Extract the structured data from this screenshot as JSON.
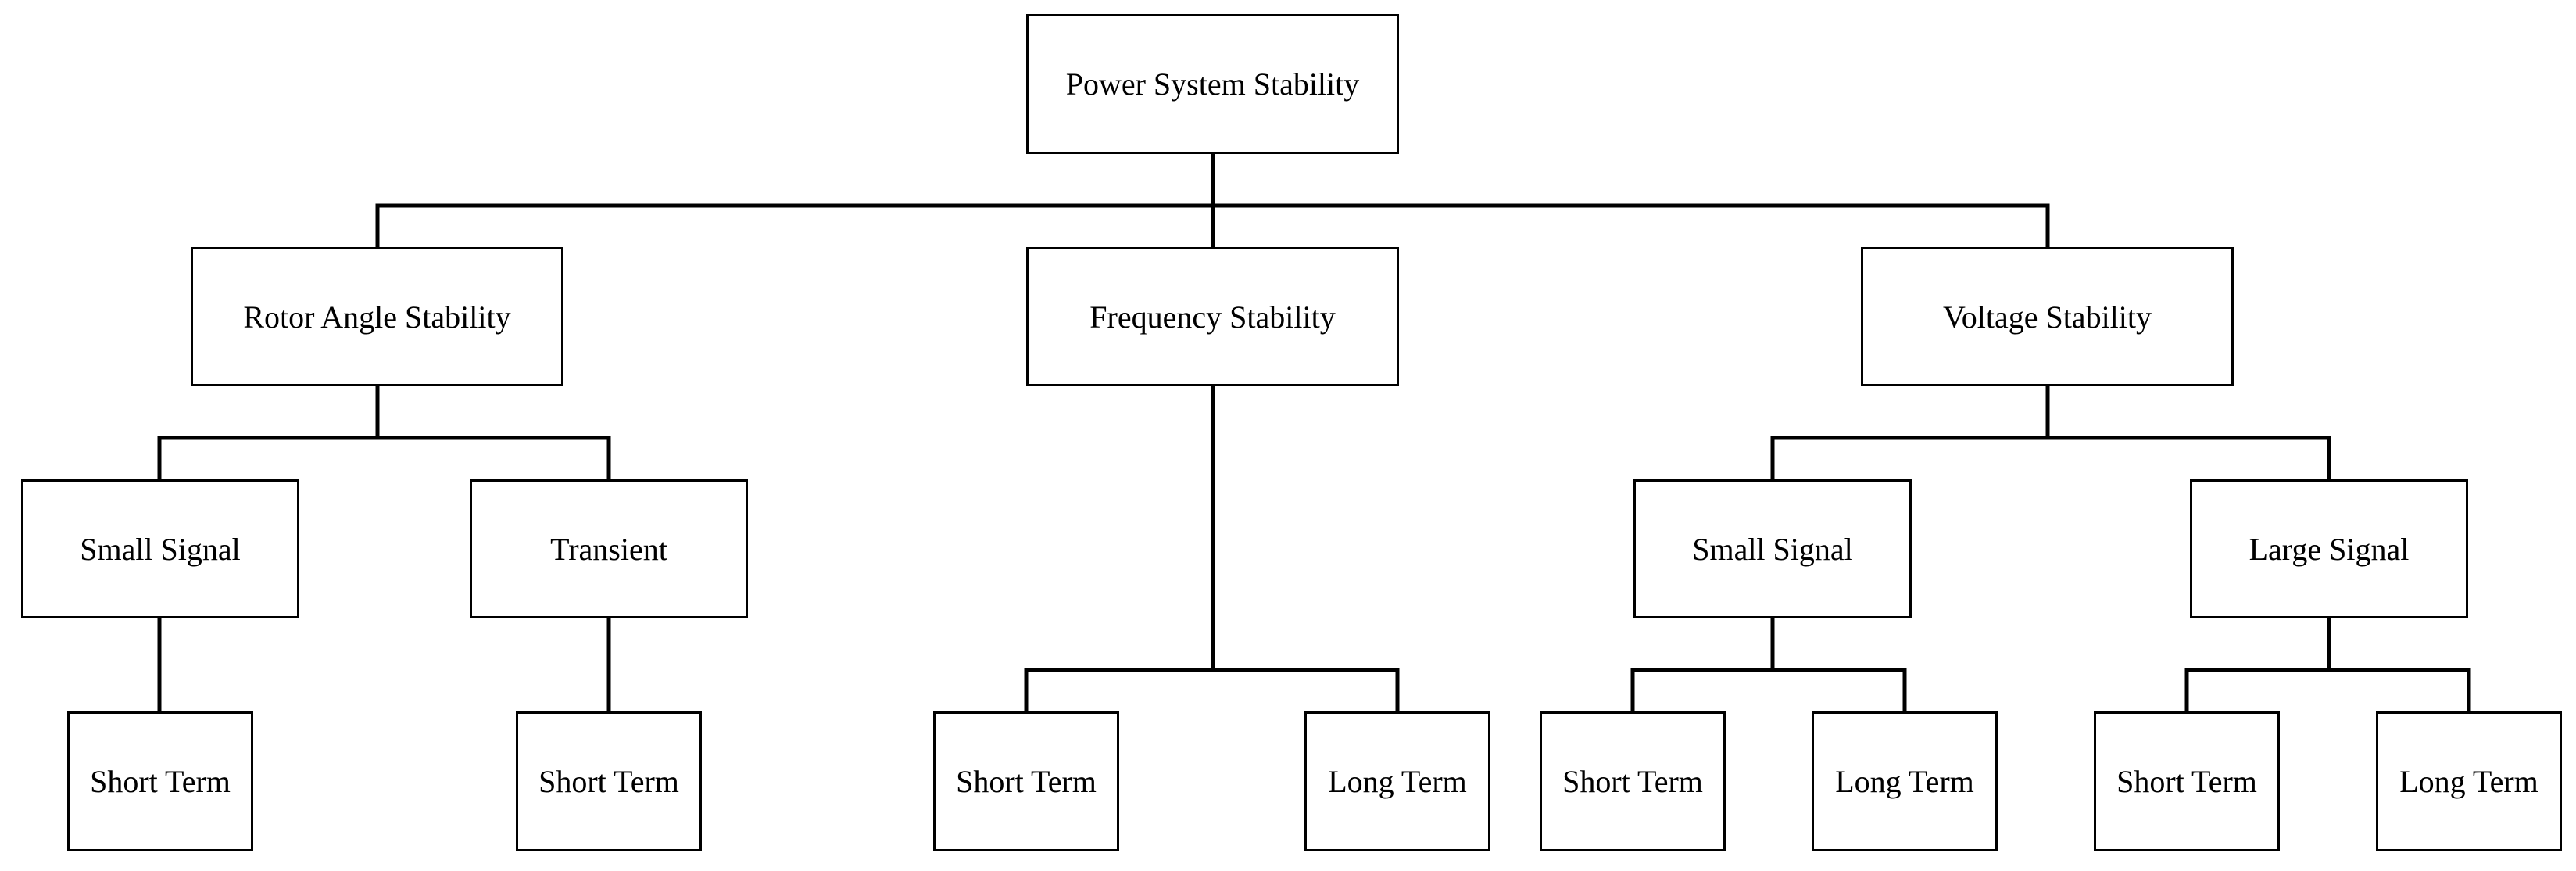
{
  "diagram": {
    "root": {
      "label": "Power System Stability"
    },
    "rotor_angle": {
      "label": "Rotor Angle Stability",
      "small_signal": {
        "label": "Small Signal",
        "short_term": "Short Term"
      },
      "transient": {
        "label": "Transient",
        "short_term": "Short Term"
      }
    },
    "frequency": {
      "label": "Frequency Stability",
      "short_term": "Short Term",
      "long_term": "Long Term"
    },
    "voltage": {
      "label": "Voltage Stability",
      "small_signal": {
        "label": "Small Signal",
        "short_term": "Short Term",
        "long_term": "Long Term"
      },
      "large_signal": {
        "label": "Large Signal",
        "short_term": "Short Term",
        "long_term": "Long Term"
      }
    }
  }
}
